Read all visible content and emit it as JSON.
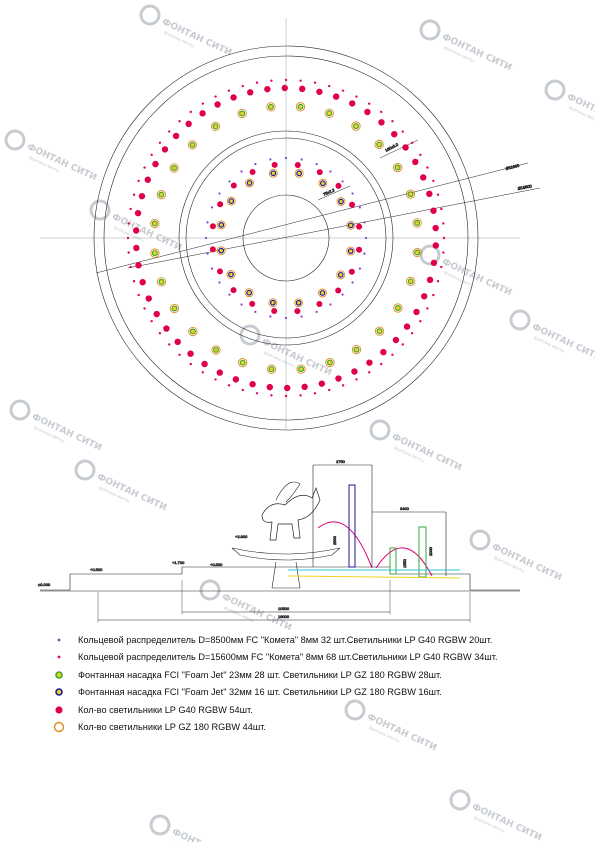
{
  "watermark": {
    "brand": "ФОНТАН СИТИ",
    "tagline": "фонтаны мечты"
  },
  "plan": {
    "leader_labels": [
      "Ø11600",
      "Ø15600"
    ],
    "pipe_labels": [
      "160x3.0",
      "75x2.2"
    ]
  },
  "section": {
    "level_labels": [
      "+0.500",
      "+1.700",
      "+0.500",
      "+2.800",
      "±0.000"
    ],
    "dimensions": [
      "2750",
      "3400",
      "10500",
      "18000",
      "2500",
      "1550",
      "2000"
    ]
  },
  "legend": [
    {
      "text": "Кольцевой распределитель D=8500мм FC \"Комета\" 8мм  32 шт.Светильники LP G40 RGBW 20шт.",
      "mark": "small-purple-dot"
    },
    {
      "text": "Кольцевой распределитель D=15600мм FC \"Комета\" 8мм  68 шт.Светильники LP G40 RGBW 34шт.",
      "mark": "small-magenta-dot"
    },
    {
      "text": "Фонтанная насадка FCI \"Foam Jet\" 23мм 28 шт. Светильники LP GZ 180 RGBW 28шт.",
      "mark": "green-ring"
    },
    {
      "text": "Фонтанная насадка FCI \"Foam Jet\" 32мм 16 шт. Светильники LP GZ 180 RGBW 16шт.",
      "mark": "navy-ring"
    },
    {
      "text": "Кол-во  светильники LP G40 RGBW 54шт.",
      "mark": "red-dot"
    },
    {
      "text": "Кол-во  светильники LP GZ 180 RGBW 44шт.",
      "mark": "orange-ring"
    }
  ],
  "colors": {
    "lines": "#222222",
    "magenta": "#e0007a",
    "purple": "#8a3fbf",
    "green": "#3aa63a",
    "navy": "#1a1a9a",
    "orange": "#e08a1a",
    "yellow": "#f2d21a",
    "cyan": "#27c5d8",
    "watermark": "#9aa3ad"
  }
}
